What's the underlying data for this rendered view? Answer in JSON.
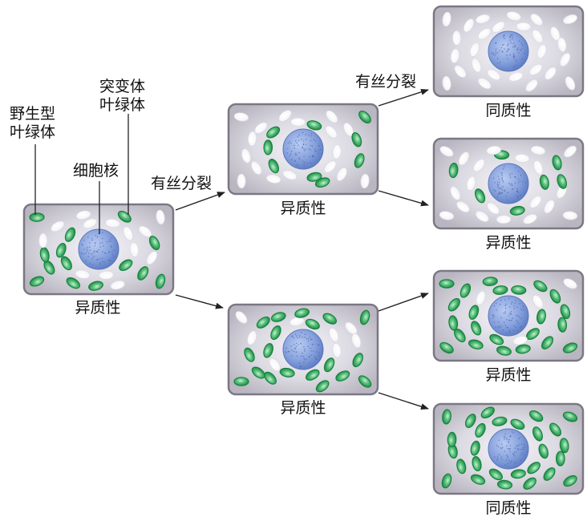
{
  "labels": {
    "wild_type_line1": "野生型",
    "wild_type_line2": "叶绿体",
    "mutant_line1": "突变体",
    "mutant_line2": "叶绿体",
    "nucleus": "细胞核",
    "mitosis": "有丝分裂",
    "heterogeneous": "异质性",
    "homogeneous": "同质性"
  },
  "colors": {
    "cell_fill": "#c9c6d0",
    "cell_border": "#7b7884",
    "cell_glow": "#f4f3f7",
    "wild_type_green": "#2fa55a",
    "wild_type_highlight": "#bfe9cc",
    "mutant_white": "#ffffff",
    "nucleus_blue": "#7b98d8"
  },
  "cells": [
    {
      "id": "parent",
      "type": "heterogeneous",
      "green_ratio": 0.5
    },
    {
      "id": "gen1-top",
      "type": "heterogeneous",
      "green_ratio": 0.35
    },
    {
      "id": "gen1-bottom",
      "type": "heterogeneous",
      "green_ratio": 0.7
    },
    {
      "id": "gen2-1",
      "type": "homogeneous",
      "green_ratio": 0.0
    },
    {
      "id": "gen2-2",
      "type": "heterogeneous",
      "green_ratio": 0.25
    },
    {
      "id": "gen2-3",
      "type": "heterogeneous",
      "green_ratio": 0.85
    },
    {
      "id": "gen2-4",
      "type": "homogeneous",
      "green_ratio": 1.0
    }
  ]
}
